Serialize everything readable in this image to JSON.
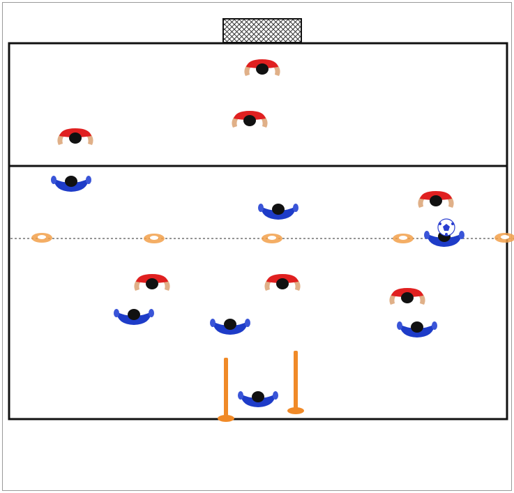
{
  "colors": {
    "field_line": "#111111",
    "frame": "#9a9a9a",
    "net": "#333333",
    "red_team_shirt": "#e02020",
    "blue_team_shirt": "#1e3cc8",
    "hair": "#111111",
    "skin": "#e0b088",
    "cone": "#f2a04a",
    "pole": "#f08a28",
    "ball": "#2a3ed0",
    "dotted_line": "#555555"
  },
  "diagram": {
    "players": [
      {
        "team": "red",
        "icon": "red-team-player-icon"
      },
      {
        "team": "red",
        "icon": "red-team-player-icon"
      },
      {
        "team": "red",
        "icon": "red-team-player-icon"
      },
      {
        "team": "blue",
        "icon": "blue-team-player-icon"
      },
      {
        "team": "blue",
        "icon": "blue-team-player-icon"
      },
      {
        "team": "red",
        "icon": "red-team-player-icon"
      },
      {
        "team": "blue",
        "icon": "blue-team-player-icon",
        "has_ball": true
      },
      {
        "team": "red",
        "icon": "red-team-player-icon"
      },
      {
        "team": "red",
        "icon": "red-team-player-icon"
      },
      {
        "team": "red",
        "icon": "red-team-player-icon"
      },
      {
        "team": "blue",
        "icon": "blue-team-player-icon"
      },
      {
        "team": "blue",
        "icon": "blue-team-player-icon"
      },
      {
        "team": "blue",
        "icon": "blue-team-player-icon"
      },
      {
        "team": "blue",
        "icon": "blue-team-player-icon"
      }
    ],
    "cones": [
      "cone-icon",
      "cone-icon",
      "cone-icon",
      "cone-icon",
      "cone-icon"
    ],
    "poles": [
      "pole-icon",
      "pole-icon"
    ],
    "ball": "soccer-ball-icon",
    "goal": "goal-net-icon"
  }
}
